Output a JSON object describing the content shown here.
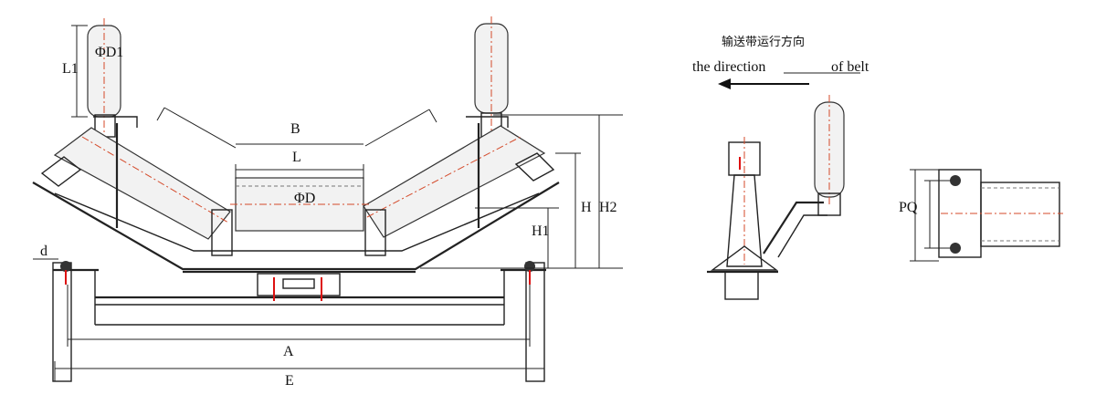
{
  "labels": {
    "L1": "L1",
    "D1": "ΦD1",
    "B": "B",
    "L": "L",
    "D": "ΦD",
    "H": "H",
    "H2": "H2",
    "H1": "H1",
    "d": "d",
    "A": "A",
    "E": "E",
    "PQ": "PQ"
  },
  "direction": {
    "chinese": "输送带运行方向",
    "english_prefix": "the direction",
    "english_suffix": "of belt"
  },
  "colors": {
    "line": "#222222",
    "centerline": "#d44a2a",
    "bolt": "#dd1111"
  }
}
